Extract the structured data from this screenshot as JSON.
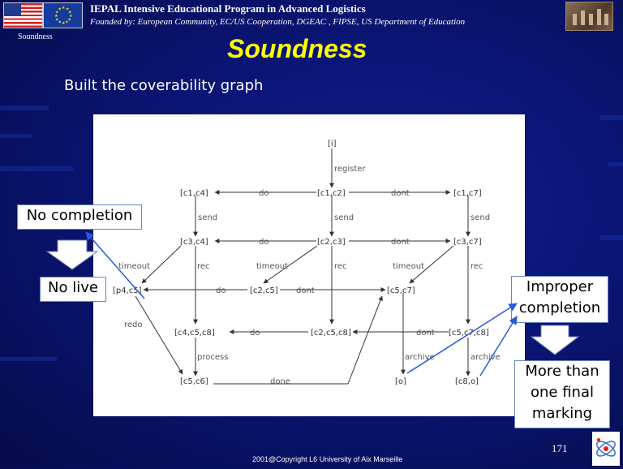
{
  "header": {
    "title": "IEPAL Intensive Educational Program in Advanced Logistics",
    "subtitle": "Founded by: European Community, EC/US Cooperation, DGEAC , FIPSE, US Department of Education"
  },
  "section_label": "Soundness",
  "slide_title": "Soundness",
  "subtitle": "Built the coverability graph",
  "graph": {
    "nodes": [
      "[i]",
      "[c1,c4]",
      "[c1,c2]",
      "[c1,c7]",
      "[c3,c4]",
      "[c2,c3]",
      "[c3,c7]",
      "[p4,c5]",
      "[c2,c5]",
      "[c5,c7]",
      "[c4,c5,c8]",
      "[c2,c5,c8]",
      "[c5,c7,c8]",
      "[c5,c6]",
      "[o]",
      "[c8,o]"
    ],
    "edge_labels": [
      "register",
      "do",
      "dont",
      "send",
      "send",
      "send",
      "do",
      "dont",
      "timeout",
      "rec",
      "timeout",
      "rec",
      "timeout",
      "rec",
      "do",
      "dont",
      "redo",
      "do",
      "dont",
      "process",
      "archive",
      "archive",
      "done"
    ]
  },
  "callouts": {
    "no_completion": "No completion",
    "no_live": "No live",
    "improper": [
      "Improper",
      "completion"
    ],
    "multiple": [
      "More than",
      "one final",
      "marking"
    ]
  },
  "colors": {
    "title": "#ffff00",
    "callout_border": "#6a83c4",
    "pointer": "#2a5ad8"
  },
  "page_number": "171",
  "copyright": "2001@Copyright L6 University of Aix Marseille"
}
